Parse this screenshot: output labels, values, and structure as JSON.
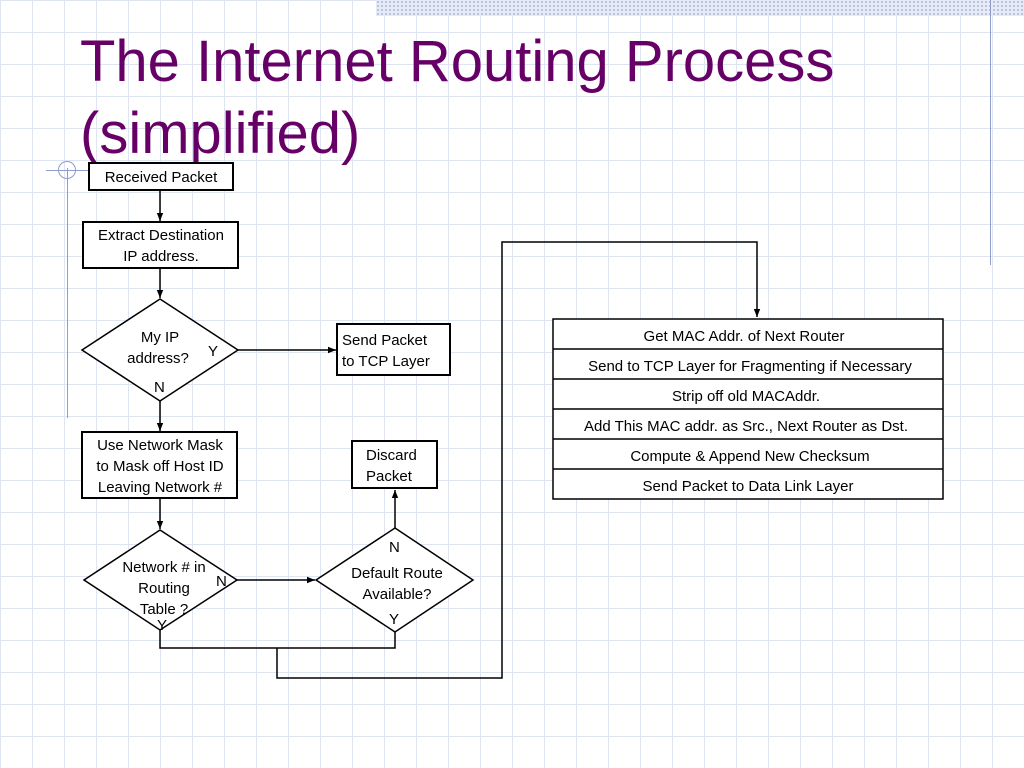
{
  "slide": {
    "title_line1": "The Internet Routing Process",
    "title_line2": "(simplified)"
  },
  "colors": {
    "title": "#660066",
    "grid": "#dfe4f2",
    "accent_line": "#8e9dc9"
  },
  "flowchart": {
    "received_packet": "Received Packet",
    "extract_dest": [
      "Extract Destination",
      "IP address."
    ],
    "my_ip_decision": [
      "My  IP",
      "address?"
    ],
    "send_tcp": [
      "Send Packet",
      "to TCP Layer"
    ],
    "use_mask": [
      "Use Network Mask",
      "to Mask off Host ID",
      "Leaving Network #"
    ],
    "network_decision": [
      "Network # in",
      "Routing",
      "Table ?"
    ],
    "default_route_decision": [
      "Default Route",
      "Available?"
    ],
    "discard": [
      "Discard",
      "Packet"
    ],
    "yes": "Y",
    "no": "N",
    "router_steps": [
      "Get MAC Addr. of Next Router",
      "Send to TCP Layer for Fragmenting if Necessary",
      "Strip off old MACAddr.",
      "Add This MAC addr. as Src., Next Router as Dst.",
      "Compute & Append New Checksum",
      "Send Packet to Data Link Layer"
    ]
  }
}
